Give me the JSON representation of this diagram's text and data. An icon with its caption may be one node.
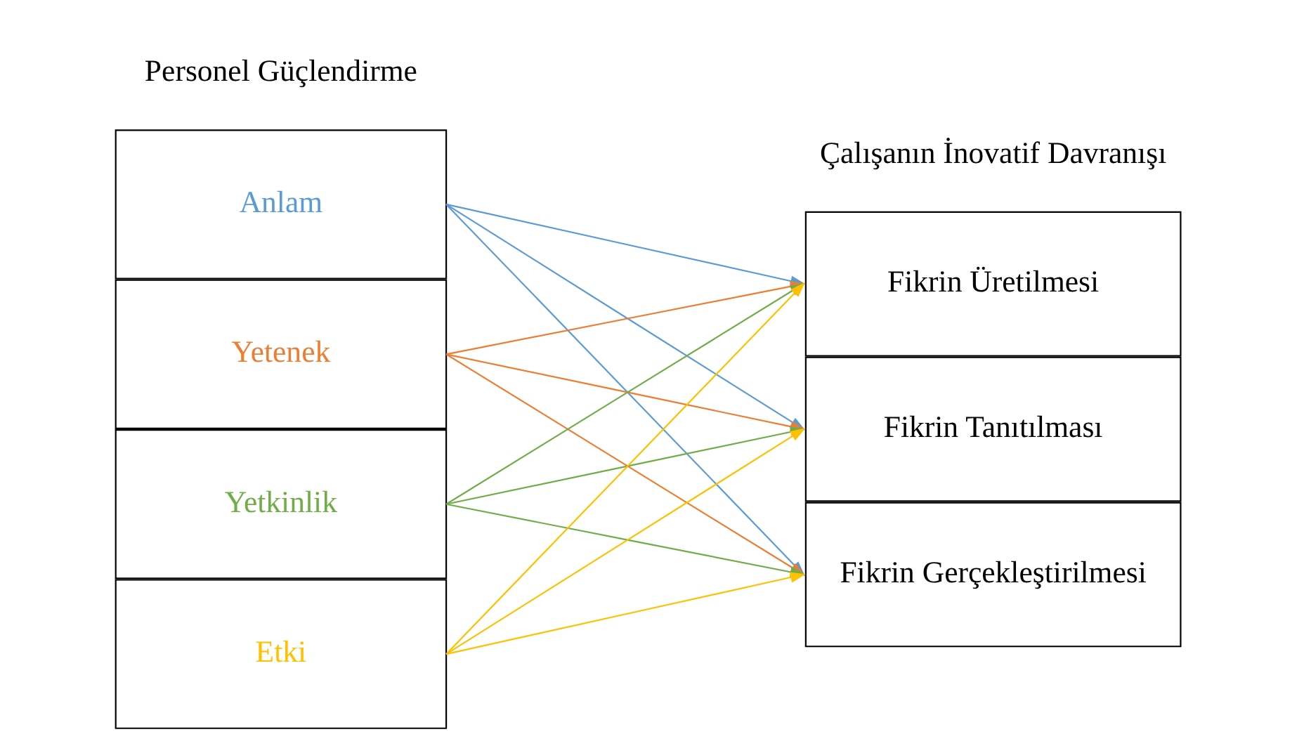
{
  "diagram": {
    "nodes": [
      {
        "text": [
          "Anlam"
        ]
      },
      {
        "text": [
          "Yetenek"
        ]
      },
      {
        "text": [
          "Yetkinlik"
        ]
      },
      {
        "text": [
          "Etki"
        ]
      },
      {
        "text": [
          "Fikrin Üretilmesi"
        ]
      },
      {
        "text": [
          "Fikrin Tanıtılması"
        ]
      },
      {
        "text": [
          "Fikrin Gerçekleştirilmesi"
        ]
      }
    ],
    "edges": [
      {
        "from": 0,
        "to": 4,
        "arrow": "to",
        "color": "#5b9bd5"
      },
      {
        "from": 0,
        "to": 5,
        "arrow": "to",
        "color": "#5b9bd5"
      },
      {
        "from": 0,
        "to": 6,
        "arrow": "to",
        "color": "#5b9bd5"
      },
      {
        "from": 1,
        "to": 4,
        "arrow": "to",
        "color": "#ed7d31"
      },
      {
        "from": 1,
        "to": 5,
        "arrow": "to",
        "color": "#ed7d31"
      },
      {
        "from": 1,
        "to": 6,
        "arrow": "to",
        "color": "#ed7d31"
      },
      {
        "from": 2,
        "to": 4,
        "arrow": "to",
        "color": "#70ad47"
      },
      {
        "from": 2,
        "to": 5,
        "arrow": "to",
        "color": "#70ad47"
      },
      {
        "from": 2,
        "to": 6,
        "arrow": "to",
        "color": "#70ad47"
      },
      {
        "from": 3,
        "to": 4,
        "arrow": "to",
        "color": "#ffc000"
      },
      {
        "from": 3,
        "to": 5,
        "arrow": "to",
        "color": "#ffc000"
      },
      {
        "from": 3,
        "to": 6,
        "arrow": "to",
        "color": "#ffc000"
      }
    ],
    "labels": [
      "Personel Güçlendirme",
      "Çalışanın İnovatif Davranışı"
    ]
  }
}
